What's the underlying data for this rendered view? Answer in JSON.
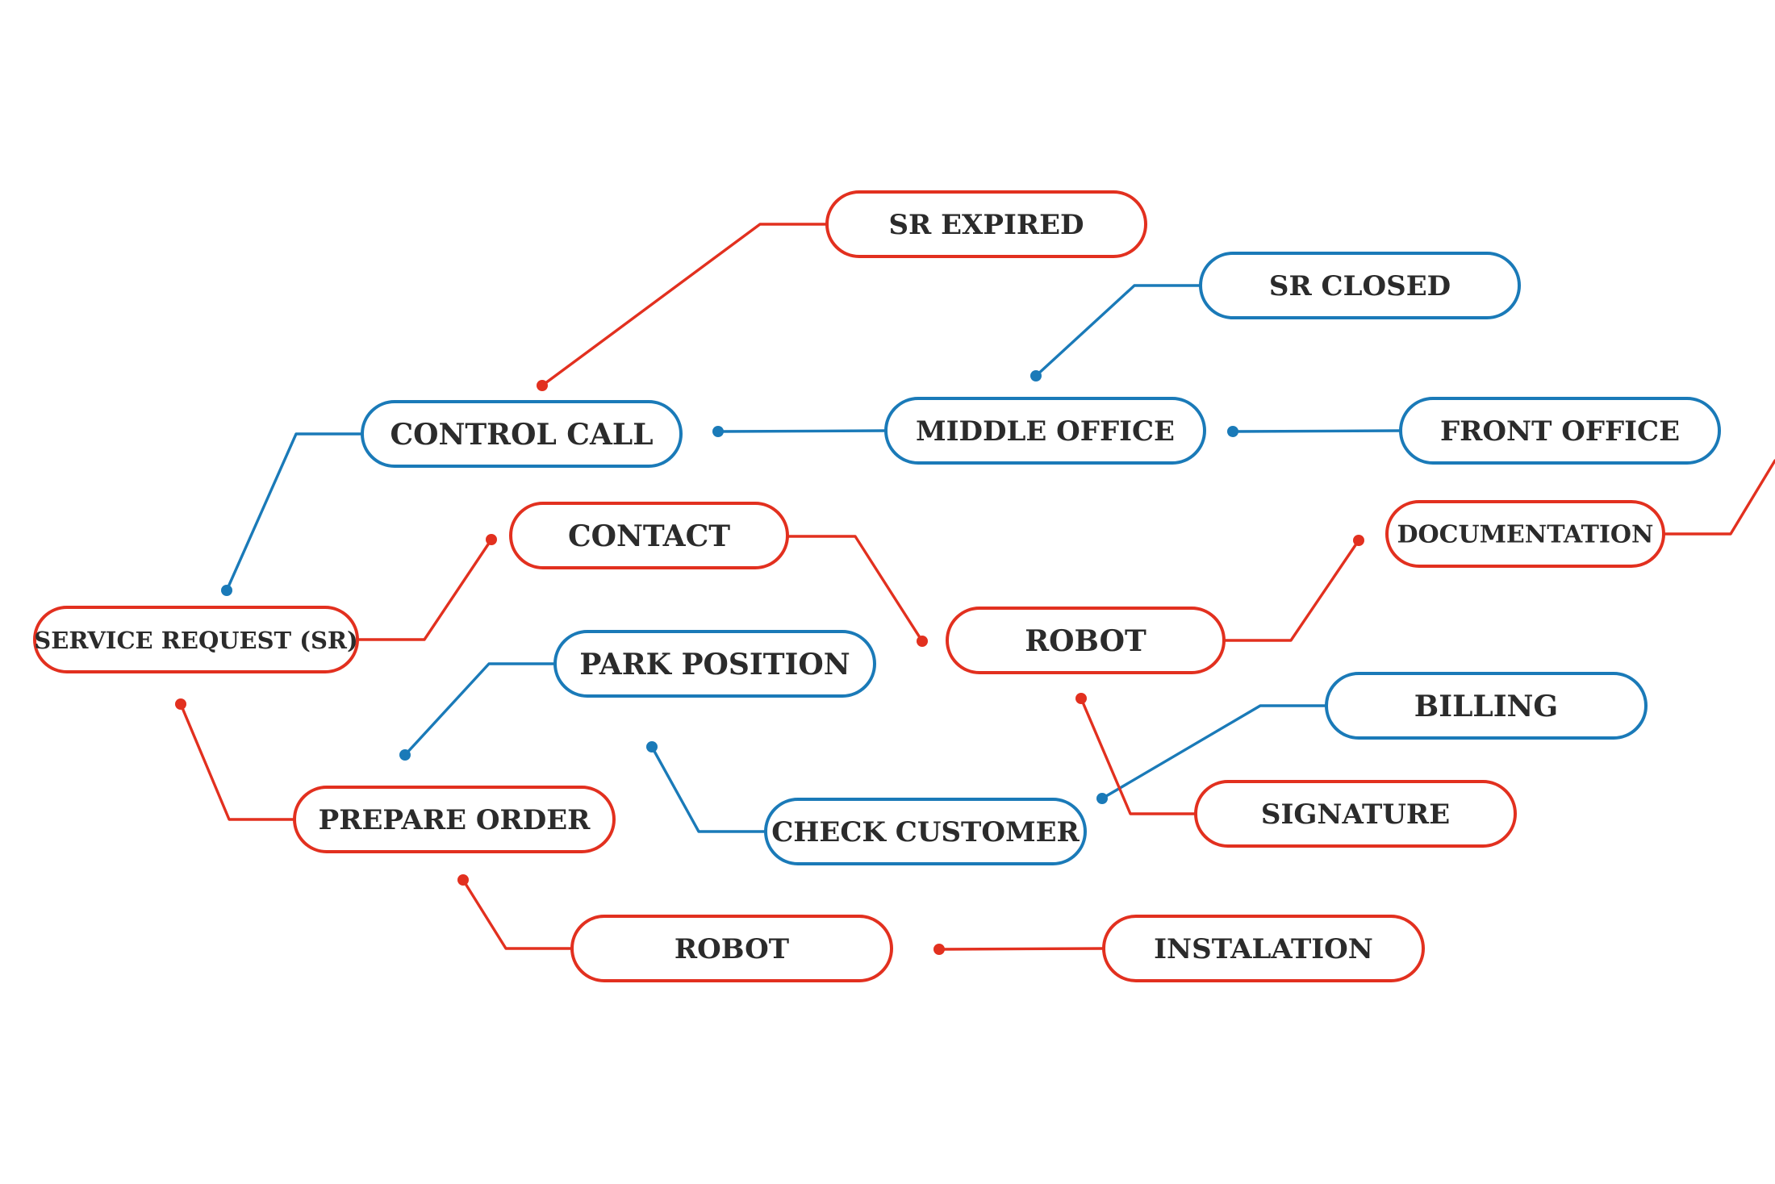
{
  "colors": {
    "red": "#e2301f",
    "blue": "#1a7ab8",
    "text": "#2b2b2b",
    "background": "#ffffff"
  },
  "nodes": [
    {
      "id": "sr-expired",
      "label": "SR EXPIRED",
      "color": "red"
    },
    {
      "id": "sr-closed",
      "label": "SR CLOSED",
      "color": "blue"
    },
    {
      "id": "control-call",
      "label": "CONTROL CALL",
      "color": "blue"
    },
    {
      "id": "middle-office",
      "label": "MIDDLE OFFICE",
      "color": "blue"
    },
    {
      "id": "front-office",
      "label": "FRONT OFFICE",
      "color": "blue"
    },
    {
      "id": "contact",
      "label": "CONTACT",
      "color": "red"
    },
    {
      "id": "documentation",
      "label": "DOCUMENTATION",
      "color": "red"
    },
    {
      "id": "service-request",
      "label": "SERVICE REQUEST (SR)",
      "color": "red"
    },
    {
      "id": "robot-1",
      "label": "ROBOT",
      "color": "red"
    },
    {
      "id": "park-position",
      "label": "PARK POSITION",
      "color": "blue"
    },
    {
      "id": "billing",
      "label": "BILLING",
      "color": "blue"
    },
    {
      "id": "prepare-order",
      "label": "PREPARE ORDER",
      "color": "red"
    },
    {
      "id": "check-customer",
      "label": "CHECK CUSTOMER",
      "color": "blue"
    },
    {
      "id": "signature",
      "label": "SIGNATURE",
      "color": "red"
    },
    {
      "id": "robot-2",
      "label": "ROBOT",
      "color": "red"
    },
    {
      "id": "instalation",
      "label": "INSTALATION",
      "color": "red"
    }
  ],
  "connectors": [
    {
      "id": "control-call-to-sr-expired",
      "color": "red"
    },
    {
      "id": "middle-office-to-sr-closed",
      "color": "blue"
    },
    {
      "id": "middle-office-to-control-call",
      "color": "blue"
    },
    {
      "id": "front-office-to-middle-office",
      "color": "blue"
    },
    {
      "id": "service-request-to-control-call",
      "color": "blue"
    },
    {
      "id": "service-request-to-contact",
      "color": "red"
    },
    {
      "id": "contact-to-robot",
      "color": "red"
    },
    {
      "id": "robot-to-documentation",
      "color": "red"
    },
    {
      "id": "documentation-offpage",
      "color": "red"
    },
    {
      "id": "service-request-to-prepare-order",
      "color": "red"
    },
    {
      "id": "prepare-order-to-park-position",
      "color": "blue"
    },
    {
      "id": "prepare-order-to-robot",
      "color": "red"
    },
    {
      "id": "check-customer-link",
      "color": "blue"
    },
    {
      "id": "check-customer-to-billing",
      "color": "blue"
    },
    {
      "id": "robot-to-signature",
      "color": "red"
    },
    {
      "id": "instalation-to-robot",
      "color": "red"
    }
  ]
}
